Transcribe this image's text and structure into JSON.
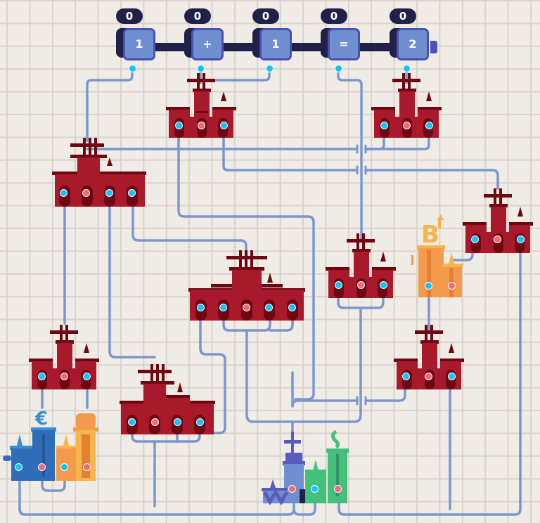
{
  "game": {
    "tape": {
      "cells": [
        {
          "counter": "0",
          "symbol": "1"
        },
        {
          "counter": "0",
          "symbol": "+"
        },
        {
          "counter": "0",
          "symbol": "1"
        },
        {
          "counter": "0",
          "symbol": "="
        },
        {
          "counter": "0",
          "symbol": "2"
        }
      ]
    },
    "colors": {
      "background": "#efebe5",
      "grid": "#d8d3cc",
      "wire": "#7b96cf",
      "tape_dark": "#1f2148",
      "tape_face": "#6f8fd0",
      "tape_border": "#4b4fb0",
      "castle_red": "#a8192c",
      "castle_dark": "#6e0712",
      "input_port": "#12c3ff",
      "output_port": "#f06a78",
      "blue_building": "#2f6db8",
      "orange_building": "#f39a4c",
      "purple_building": "#5a5bbf",
      "green_building": "#45c07a"
    },
    "buildings": [
      {
        "id": "castle-top-mid",
        "type": "red-castle",
        "ports": [
          "in",
          "out",
          "in"
        ]
      },
      {
        "id": "castle-top-right",
        "type": "red-castle",
        "ports": [
          "in",
          "out",
          "in"
        ]
      },
      {
        "id": "castle-left",
        "type": "red-castle",
        "ports": [
          "in",
          "out",
          "in",
          "in"
        ]
      },
      {
        "id": "castle-right",
        "type": "red-castle",
        "ports": [
          "in",
          "out",
          "in"
        ]
      },
      {
        "id": "castle-mid-right",
        "type": "red-castle",
        "ports": [
          "in",
          "out",
          "in"
        ]
      },
      {
        "id": "castle-center-large",
        "type": "red-castle",
        "ports": [
          "in",
          "in",
          "out",
          "in",
          "in"
        ]
      },
      {
        "id": "castle-lower-left",
        "type": "red-castle",
        "ports": [
          "in",
          "out",
          "in"
        ]
      },
      {
        "id": "castle-lower-mid",
        "type": "red-castle",
        "ports": [
          "in",
          "out",
          "in",
          "in"
        ]
      },
      {
        "id": "castle-lower-right",
        "type": "red-castle",
        "ports": [
          "in",
          "out",
          "in"
        ]
      },
      {
        "id": "orange-bitcoin-building",
        "type": "orange-tower",
        "ports": [
          "in",
          "out"
        ]
      },
      {
        "id": "euro-blue-orange-building",
        "type": "blue-orange-tower",
        "ports": [
          "in",
          "out",
          "in",
          "out"
        ]
      },
      {
        "id": "purple-green-hub",
        "type": "purple-green-tower",
        "ports": [
          "out",
          "in",
          "out"
        ]
      }
    ]
  }
}
